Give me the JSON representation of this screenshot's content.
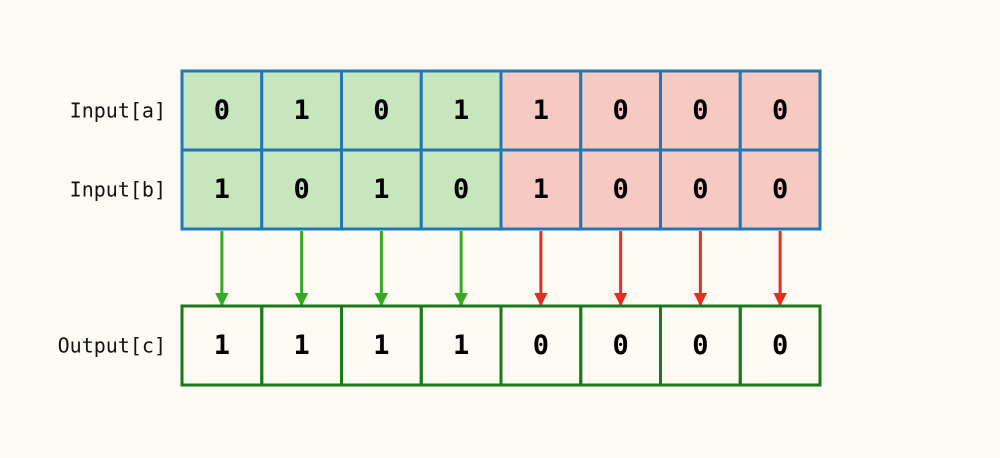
{
  "rows": {
    "input_a": {
      "label": "Input[a]",
      "values": [
        "0",
        "1",
        "0",
        "1",
        "1",
        "0",
        "0",
        "0"
      ]
    },
    "input_b": {
      "label": "Input[b]",
      "values": [
        "1",
        "0",
        "1",
        "0",
        "1",
        "0",
        "0",
        "0"
      ]
    },
    "output_c": {
      "label": "Output[c]",
      "values": [
        "1",
        "1",
        "1",
        "1",
        "0",
        "0",
        "0",
        "0"
      ]
    }
  },
  "colors": {
    "background": "#fdfaf3",
    "input_border": "#1f77b4",
    "output_border": "#1a7a1a",
    "match_fill": "#c7e6bd",
    "mismatch_fill": "#f7c9c3",
    "match_arrow": "#33aa22",
    "mismatch_arrow": "#e03020"
  },
  "column_states": [
    "match",
    "match",
    "match",
    "match",
    "mismatch",
    "mismatch",
    "mismatch",
    "mismatch"
  ]
}
